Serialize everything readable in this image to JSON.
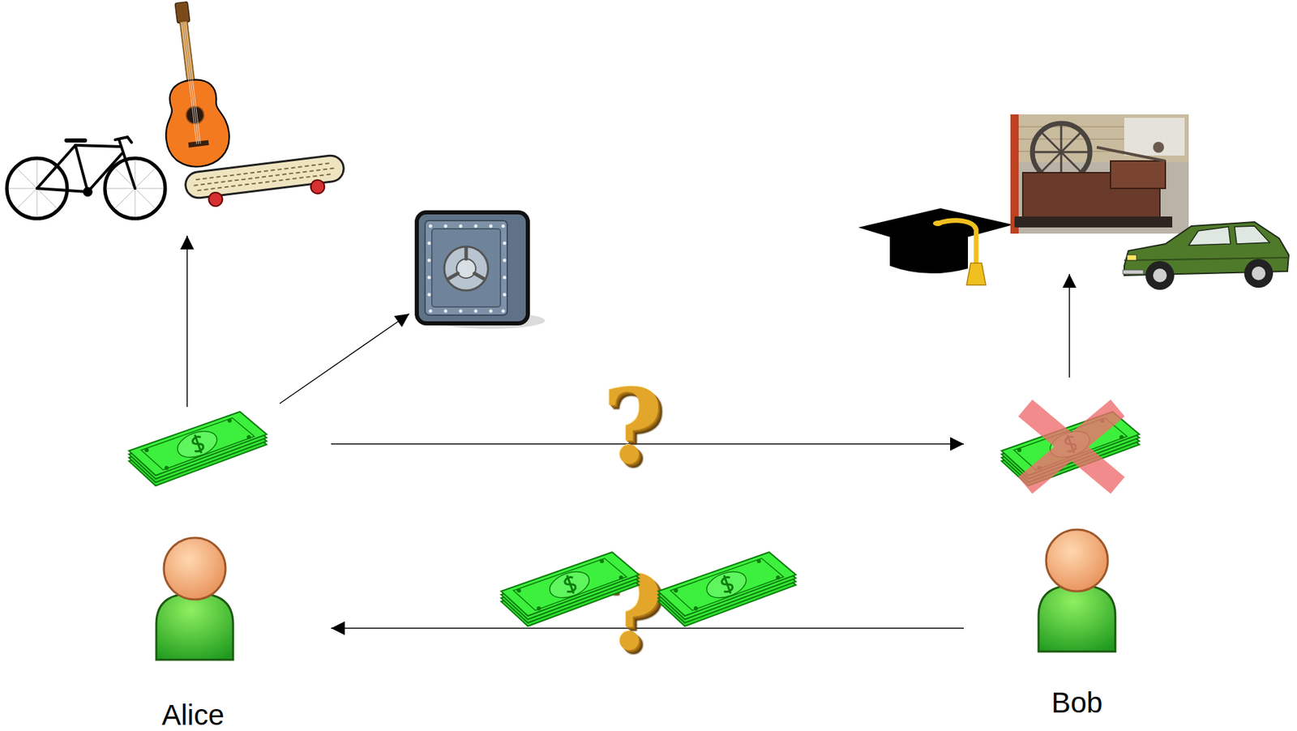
{
  "diagram": {
    "nodes": [
      {
        "text": [
          "Alice"
        ]
      },
      {
        "text": [
          "Bob"
        ]
      }
    ],
    "edges": [
      {
        "from": 0,
        "to": 1,
        "arrow": "to",
        "label": "?"
      },
      {
        "from": 1,
        "to": 0,
        "arrow": "to",
        "label": "?"
      }
    ]
  }
}
